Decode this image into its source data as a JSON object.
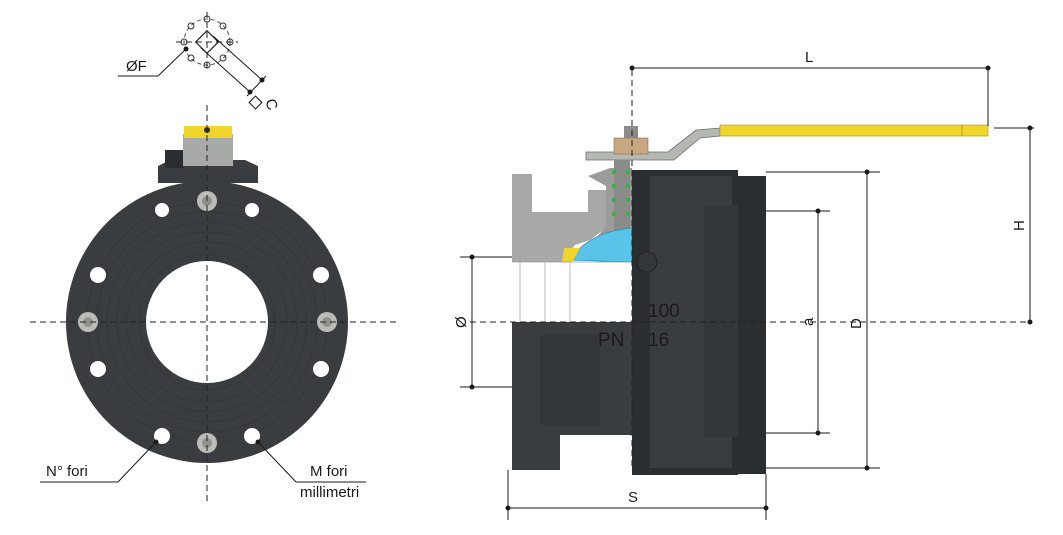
{
  "labels": {
    "flange_dia": "ØF",
    "square": "C",
    "holes_count": "N° fori",
    "holes_size_line1": "M fori",
    "holes_size_line2": "millimetri",
    "length": "L",
    "height": "H",
    "bore": "Ø",
    "a": "a",
    "d": "D",
    "s": "S",
    "marking_dn": "100",
    "marking_pn": "PN",
    "marking_pn_value": "16"
  },
  "colors": {
    "body": "#3a3d40",
    "body_dark": "#2b2e31",
    "cutaway": "#a8a8a8",
    "lever": "#f0d62b",
    "ball": "#59c3ea",
    "nut": "#c8a882",
    "bolt": "#b9bdb6",
    "seal": "#3fae49"
  }
}
